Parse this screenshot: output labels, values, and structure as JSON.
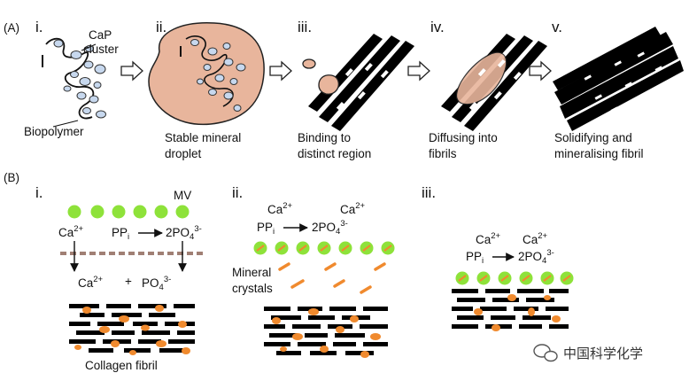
{
  "panel_a": {
    "label": "(A)",
    "steps": [
      {
        "numeral": "i.",
        "caption": []
      },
      {
        "numeral": "ii.",
        "caption": [
          "Stable mineral",
          "droplet"
        ]
      },
      {
        "numeral": "iii.",
        "caption": [
          "Binding to",
          "distinct region"
        ]
      },
      {
        "numeral": "iv.",
        "caption": [
          "Diffusing into",
          "fibrils"
        ]
      },
      {
        "numeral": "v.",
        "caption": [
          "Solidifying and",
          "mineralising fibril"
        ]
      }
    ],
    "cap_cluster_label": [
      "CaP",
      "cluster"
    ],
    "biopolymer_label": "Biopolymer"
  },
  "panel_b": {
    "label": "(B)",
    "sub_i": {
      "numeral": "i.",
      "mv_label": "MV",
      "ca_top": {
        "base": "Ca",
        "sup": "2+"
      },
      "ppi": {
        "base": "PP",
        "sub": "i"
      },
      "po4_top": {
        "prefix": "2PO",
        "sub": "4",
        "sup": "3-"
      },
      "ca_bottom": {
        "base": "Ca",
        "sup": "2+"
      },
      "plus": "+",
      "po4_bottom": {
        "prefix": "PO",
        "sub": "4",
        "sup": "3-"
      },
      "fibril_label": "Collagen fibril"
    },
    "sub_ii": {
      "numeral": "ii.",
      "ca_left": {
        "base": "Ca",
        "sup": "2+"
      },
      "ca_right": {
        "base": "Ca",
        "sup": "2+"
      },
      "ppi": {
        "base": "PP",
        "sub": "i"
      },
      "po4": {
        "prefix": "2PO",
        "sub": "4",
        "sup": "3-"
      },
      "crystals_label": [
        "Mineral",
        "crystals"
      ]
    },
    "sub_iii": {
      "numeral": "iii.",
      "ca_left": {
        "base": "Ca",
        "sup": "2+"
      },
      "ca_right": {
        "base": "Ca",
        "sup": "2+"
      },
      "ppi": {
        "base": "PP",
        "sub": "i"
      },
      "po4": {
        "prefix": "2PO",
        "sub": "4",
        "sup": "3-"
      }
    }
  },
  "watermark": "中国科学化学",
  "colors": {
    "droplet": "#e8b59c",
    "cluster": "#c7d8ee",
    "vesicle": "#8ee23a",
    "mineral": "#f08a2e",
    "membrane": "#a07f74",
    "fibril": "#000000"
  }
}
